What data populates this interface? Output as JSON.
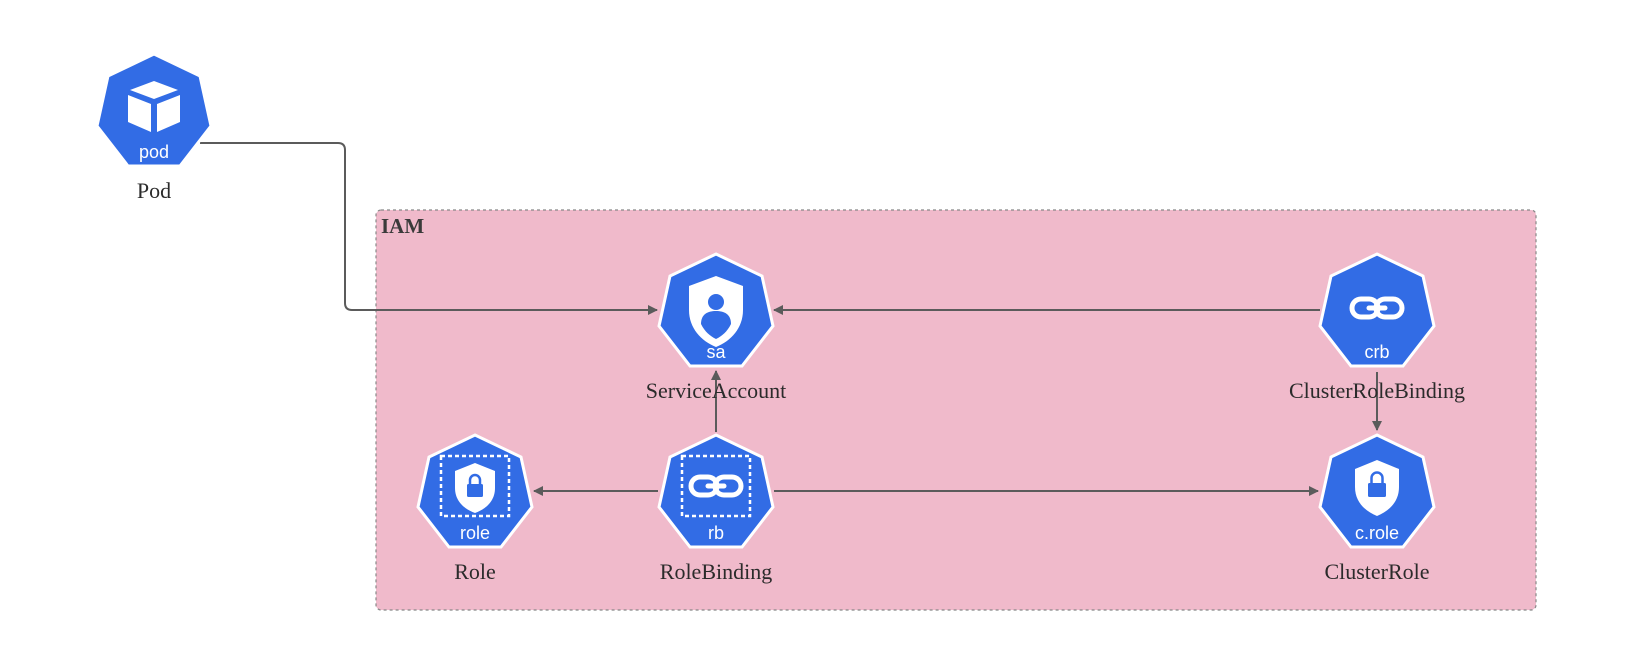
{
  "colors": {
    "node_fill": "#326ce5",
    "node_stroke": "#ffffff",
    "group_fill": "#f0bacb",
    "group_border": "#888888",
    "edge": "#5b5b5b",
    "label": "#2b2b2b"
  },
  "group": {
    "label": "IAM"
  },
  "nodes": {
    "pod": {
      "icon": "cube-icon",
      "badge": "pod",
      "label": "Pod"
    },
    "sa": {
      "icon": "user-shield-icon",
      "badge": "sa",
      "label": "ServiceAccount"
    },
    "crb": {
      "icon": "link-icon",
      "badge": "crb",
      "label": "ClusterRoleBinding"
    },
    "role": {
      "icon": "dashed-lock-shield-icon",
      "badge": "role",
      "label": "Role"
    },
    "rb": {
      "icon": "dashed-link-icon",
      "badge": "rb",
      "label": "RoleBinding"
    },
    "crole": {
      "icon": "lock-shield-icon",
      "badge": "c.role",
      "label": "ClusterRole"
    }
  },
  "edges": [
    {
      "from": "pod",
      "to": "sa"
    },
    {
      "from": "crb",
      "to": "sa"
    },
    {
      "from": "crb",
      "to": "crole"
    },
    {
      "from": "rb",
      "to": "sa"
    },
    {
      "from": "rb",
      "to": "role"
    },
    {
      "from": "rb",
      "to": "crole"
    }
  ]
}
